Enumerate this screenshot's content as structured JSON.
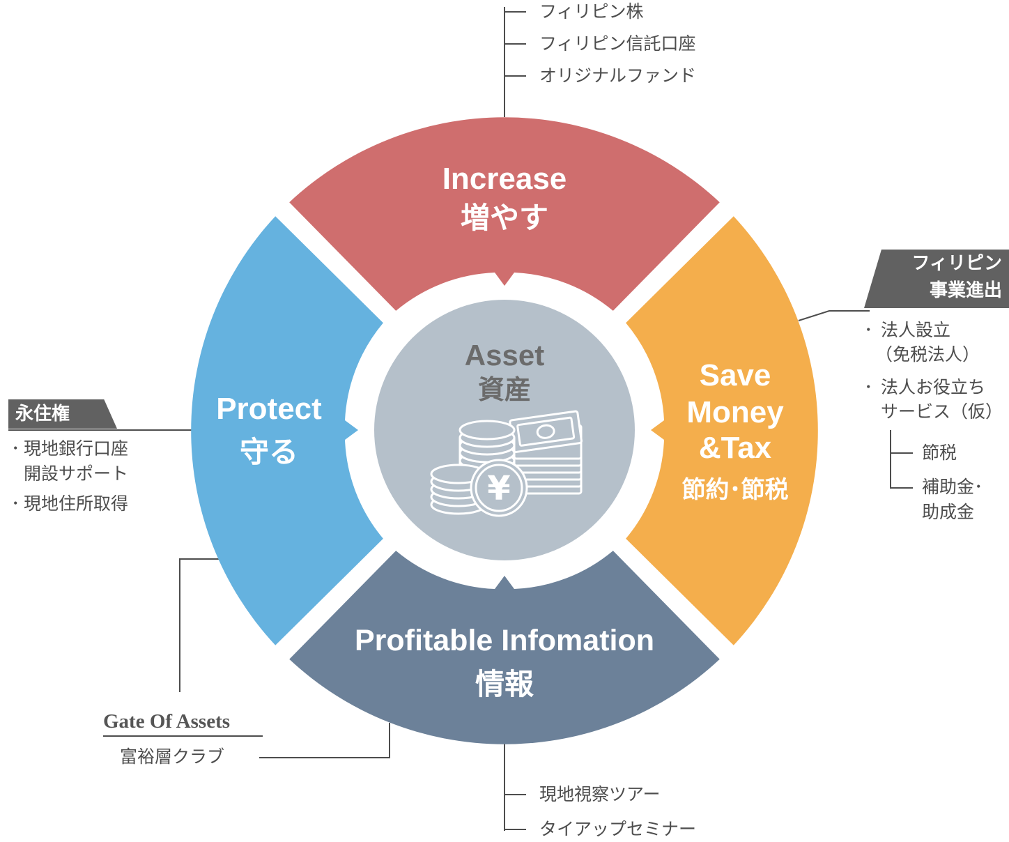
{
  "center": {
    "title_en": "Asset",
    "title_ja": "資産",
    "currency_symbol": "¥",
    "icon": "money-coins-icon"
  },
  "segments": {
    "increase": {
      "title_en": "Increase",
      "title_ja": "増やす",
      "color": "#cf6e6e",
      "items": [
        "フィリピン株",
        "フィリピン信託口座",
        "オリジナルファンド"
      ]
    },
    "save": {
      "title_en_lines": [
        "Save",
        "Money",
        "&Tax"
      ],
      "title_ja": "節約･節税",
      "color": "#f4ae4c"
    },
    "info": {
      "title_en": "Profitable Infomation",
      "title_ja": "情報",
      "color": "#6c8199",
      "items": [
        "現地視察ツアー",
        "タイアップセミナー"
      ]
    },
    "protect": {
      "title_en": "Protect",
      "title_ja": "守る",
      "color": "#65b2df"
    }
  },
  "right_panel": {
    "tag_lines": [
      "フィリピン",
      "事業進出"
    ],
    "bullet1_lines": [
      "法人設立",
      "（免税法人）"
    ],
    "bullet2_lines": [
      "法人お役立ち",
      "サービス（仮）"
    ],
    "subitems": [
      "節税",
      "補助金･",
      "助成金"
    ]
  },
  "left_panel": {
    "tag": "永住権",
    "bullet1_lines": [
      "現地銀行口座",
      "開設サポート"
    ],
    "bullet2": "現地住所取得"
  },
  "club": {
    "name": "Gate Of Assets",
    "subtitle": "富裕層クラブ"
  },
  "bullet_mark": "･",
  "colors": {
    "center": "#b5c0ca",
    "line": "#4d4d4d",
    "tag_bg": "#616161"
  }
}
